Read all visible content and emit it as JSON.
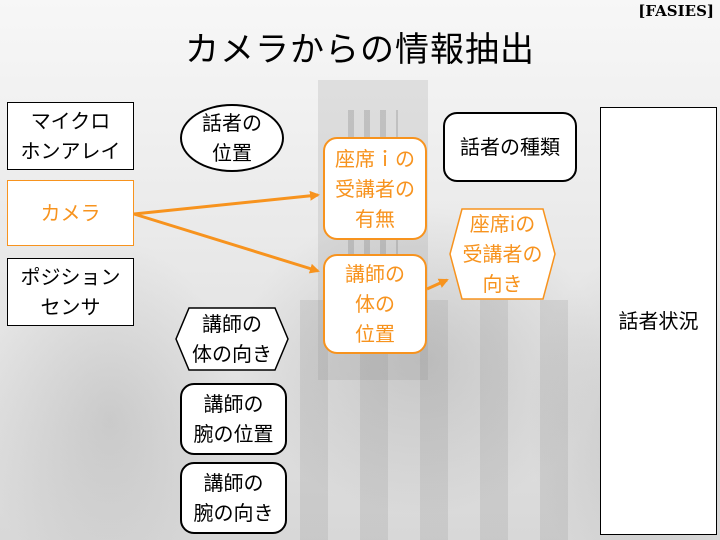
{
  "corner_label": "[FASIES]",
  "title": "カメラからの情報抽出",
  "sensors": {
    "microphone": "マイクロ\nホンアレイ",
    "camera": "カメラ",
    "position": "ポジション\nセンサ"
  },
  "features": {
    "speaker_position": "話者の\n位置",
    "lecturer_body_direction": "講師の\n体の向き",
    "lecturer_arm_position": "講師の\n腕の位置",
    "lecturer_arm_direction": "講師の\n腕の向き"
  },
  "camera_outputs": {
    "seat_presence": "座席ｉの\n受講者の\n有無",
    "lecturer_body_position": "講師の\n体の\n位置",
    "seat_direction": "座席iの\n受講者の\n向き"
  },
  "speaker_type": "話者の種類",
  "speaker_status": "話者状況",
  "colors": {
    "highlight": "#f7931e",
    "line": "#000000",
    "box_fill": "#ffffff"
  }
}
